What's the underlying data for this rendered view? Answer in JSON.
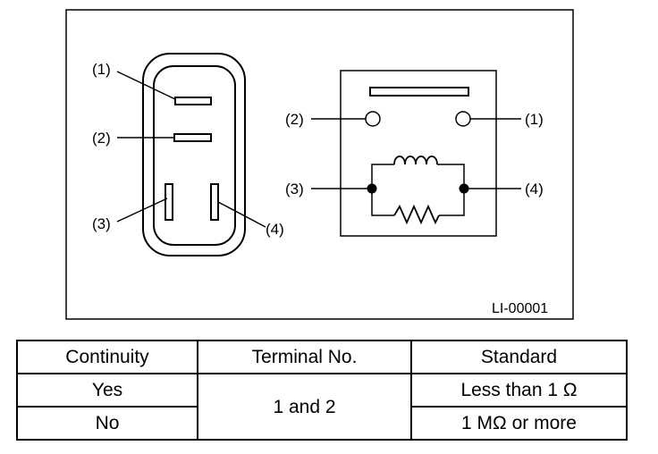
{
  "figure": {
    "code": "LI-00001",
    "connector_labels": [
      "(1)",
      "(2)",
      "(3)",
      "(4)"
    ],
    "schematic_labels": [
      "(2)",
      "(1)",
      "(3)",
      "(4)"
    ]
  },
  "table": {
    "headers": [
      "Continuity",
      "Terminal No.",
      "Standard"
    ],
    "rows": [
      {
        "continuity": "Yes",
        "terminal": "1 and 2",
        "standard": "Less than 1 Ω"
      },
      {
        "continuity": "No",
        "terminal": "1 and 2",
        "standard": "1 MΩ or more"
      }
    ]
  }
}
